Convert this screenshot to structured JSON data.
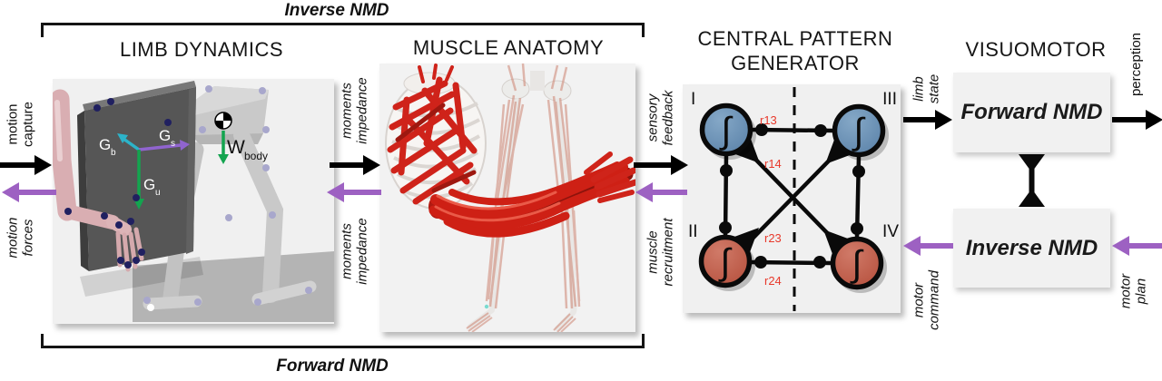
{
  "brackets": {
    "top": "Inverse NMD",
    "bottom": "Forward NMD"
  },
  "panels": {
    "limb_dynamics": {
      "title": "LIMB DYNAMICS",
      "frame_labels": [
        {
          "main": "G",
          "sub": "b"
        },
        {
          "main": "G",
          "sub": "s"
        },
        {
          "main": "G",
          "sub": "u"
        }
      ],
      "weight_label": {
        "main": "W",
        "sub": "body"
      }
    },
    "muscle_anatomy": {
      "title": "MUSCLE ANATOMY"
    },
    "cpg": {
      "title_line1": "CENTRAL PATTERN",
      "title_line2": "GENERATOR",
      "nodes": [
        {
          "numeral": "I",
          "symbol": "∫"
        },
        {
          "numeral": "III",
          "symbol": "∫"
        },
        {
          "numeral": "II",
          "symbol": "∫"
        },
        {
          "numeral": "IV",
          "symbol": "∫"
        }
      ],
      "weights": [
        "r13",
        "r14",
        "r23",
        "r24"
      ]
    },
    "visuomotor": {
      "title": "VISUOMOTOR",
      "forward_box": "Forward NMD",
      "inverse_box": "Inverse NMD"
    }
  },
  "signals": {
    "motion_capture": [
      "motion",
      "capture"
    ],
    "motion_forces": [
      "motion",
      "forces"
    ],
    "moments_impedance_forward": [
      "moments",
      "impedance"
    ],
    "moments_impedance_back": [
      "moments",
      "impedance"
    ],
    "sensory_feedback": [
      "sensory",
      "feedback"
    ],
    "muscle_recruitment": [
      "muscle",
      "recruitment"
    ],
    "limb_state": [
      "limb",
      "state"
    ],
    "motor_command": [
      "motor",
      "command"
    ],
    "perception": [
      "perception"
    ],
    "motor_plan": [
      "motor",
      "plan"
    ]
  },
  "colors": {
    "arrow_forward": "#000000",
    "arrow_backward": "#9d61c2",
    "cpg_node_blue": "#6a8fb4",
    "cpg_node_red": "#c25c4c",
    "cpg_weight_label": "#e8392b",
    "muscle_red": "#ce2015",
    "frame_b_cyan": "#2cb3c9",
    "frame_s_purple": "#9064cf",
    "frame_u_green": "#13a44f"
  }
}
